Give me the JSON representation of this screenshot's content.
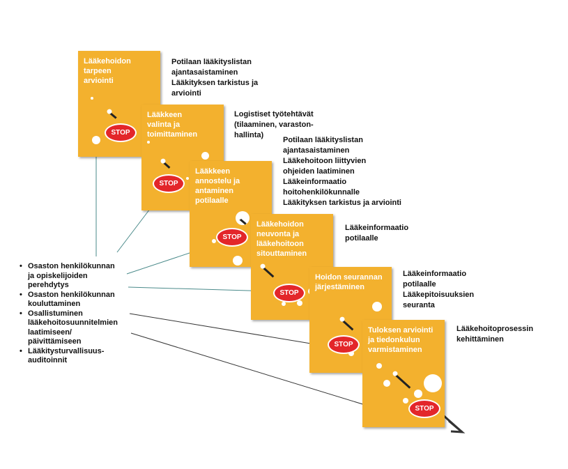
{
  "steps": [
    {
      "title": "Lääkehoidon\ntarpeen\narviointi",
      "stop": "STOP",
      "note": "Potilaan lääkityslistan\najantasaistaminen\nLääkityksen tarkistus ja\narviointi"
    },
    {
      "title": "Lääkkeen\nvalinta ja\ntoimittaminen",
      "stop": "STOP",
      "note": "Logistiset työtehtävät\n(tilaaminen, varaston-\nhallinta)"
    },
    {
      "title": "Lääkkeen\nannostelu ja\nantaminen\npotilaalle",
      "stop": "STOP",
      "note": "Potilaan lääkityslistan\najantasaistaminen\nLääkehoitoon liittyvien\nohjeiden laatiminen\nLääkeinformaatio\nhoitohenkilökunnalle\nLääkityksen tarkistus ja arviointi"
    },
    {
      "title": "Lääkehoidon\nneuvonta ja\nlääkehoitoon\nsitouttaminen",
      "stop": "STOP",
      "note": "Lääkeinformaatio\npotilaalle"
    },
    {
      "title": "Hoidon seurannan\njärjestäminen",
      "stop": "STOP",
      "note": "Lääkeinformaatio\npotilaalle\nLääkepitoisuuksien\nseuranta"
    },
    {
      "title": "Tuloksen arviointi\nja tiedonkulun\nvarmistaminen",
      "stop": "STOP",
      "note": "Lääkehoitoprosessin\nkehittäminen"
    }
  ],
  "ward_tasks": [
    "Osaston henkilökunnan\nja opiskelijoiden\nperehdytys",
    "Osaston henkilökunnan\nkouluttaminen",
    "Osallistuminen\nlääkehoitosuunnitelmien\nlaatimiseen/\npäivittämiseen",
    "Lääkitysturvallisuus-\nauditoinnit"
  ],
  "colors": {
    "card": "#f3b12e",
    "stop": "#e3262a",
    "connector": "#4a8a8a",
    "arrow": "#333333"
  }
}
